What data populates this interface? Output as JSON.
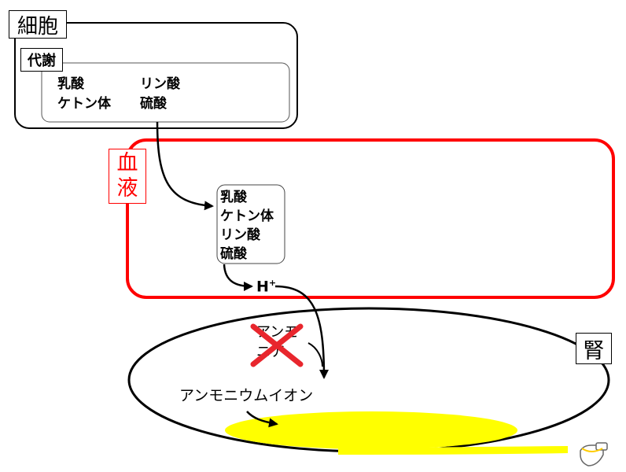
{
  "cell": {
    "title": "細胞",
    "metabolism_label": "代謝",
    "acids": [
      "乳酸",
      "リン酸",
      "ケトン体",
      "硫酸"
    ]
  },
  "blood": {
    "label_line1": "血",
    "label_line2": "液",
    "acids": [
      "乳酸",
      "ケトン体",
      "リン酸",
      "硫酸"
    ],
    "proton_label": "H",
    "proton_charge": "+",
    "color": "#ff0000"
  },
  "kidney": {
    "label": "腎",
    "ammonia_line1": "アンモ",
    "ammonia_line2": "ニア",
    "ammonium_label": "アンモニウムイオン",
    "urine_color": "#ffff00"
  },
  "diagram": {
    "arrow_color": "#000000",
    "cross_color": "#e8262d"
  }
}
